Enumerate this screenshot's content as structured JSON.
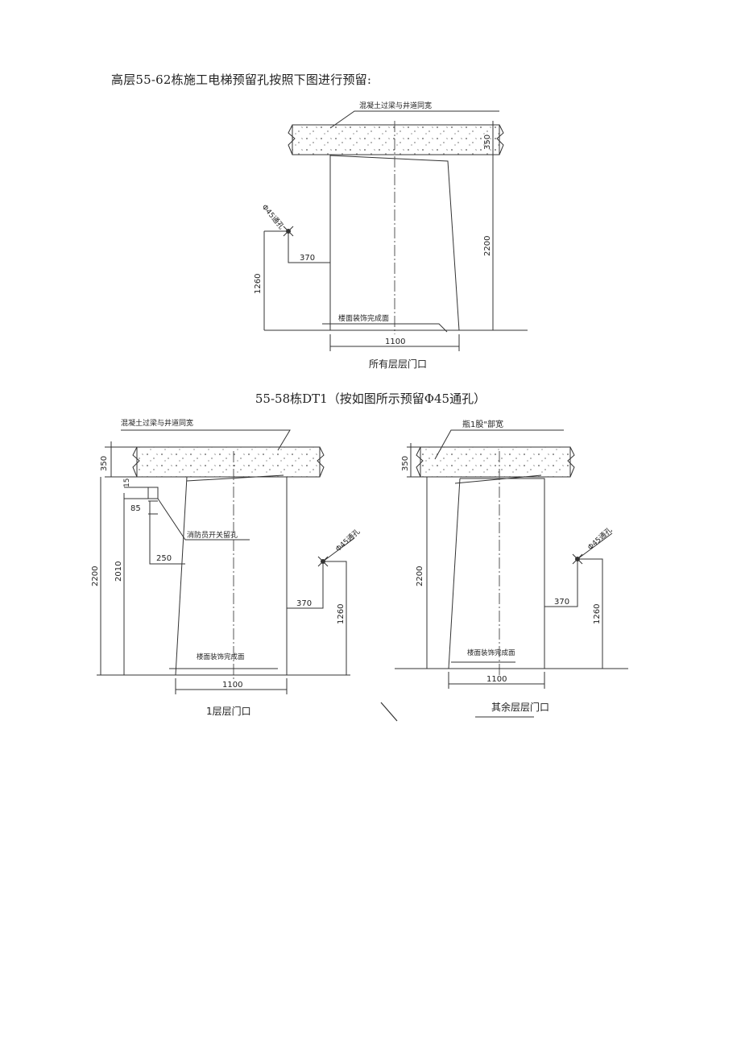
{
  "intro_text": "高层55-62栋施工电梯预留孔按照下图进行预留:",
  "section2_title": "55-58栋DT1（按如图所示预留Φ45通孔）",
  "figure1": {
    "beam_note": "混凝土过梁与井道同宽",
    "dim_350": "350",
    "dim_2200": "2200",
    "hole_note": "Φ45通孔",
    "dim_370": "370",
    "dim_1260": "1260",
    "floor_note": "楼面装饰完成面",
    "dim_1100": "1100",
    "caption": "所有层层门口"
  },
  "figure2": {
    "beam_note": "混凝土过梁与井道同宽",
    "dim_350": "350",
    "dim_15": "15",
    "dim_85": "85",
    "switch_note": "消防员开关留孔",
    "dim_250": "250",
    "dim_2200": "2200",
    "dim_2010": "2010",
    "hole_note": "Φ45通孔",
    "dim_370": "370",
    "dim_1260": "1260",
    "floor_note": "楼面装饰完成面",
    "dim_1100": "1100",
    "caption": "1层层门口"
  },
  "figure3": {
    "beam_note": "瓶1股\"部宽",
    "dim_350": "350",
    "dim_2200": "2200",
    "hole_note": "Φ45通孔",
    "dim_370": "370",
    "dim_1260": "1260",
    "floor_note": "楼面装饰完成面",
    "dim_1100": "1100",
    "caption": "其余层层门口"
  }
}
